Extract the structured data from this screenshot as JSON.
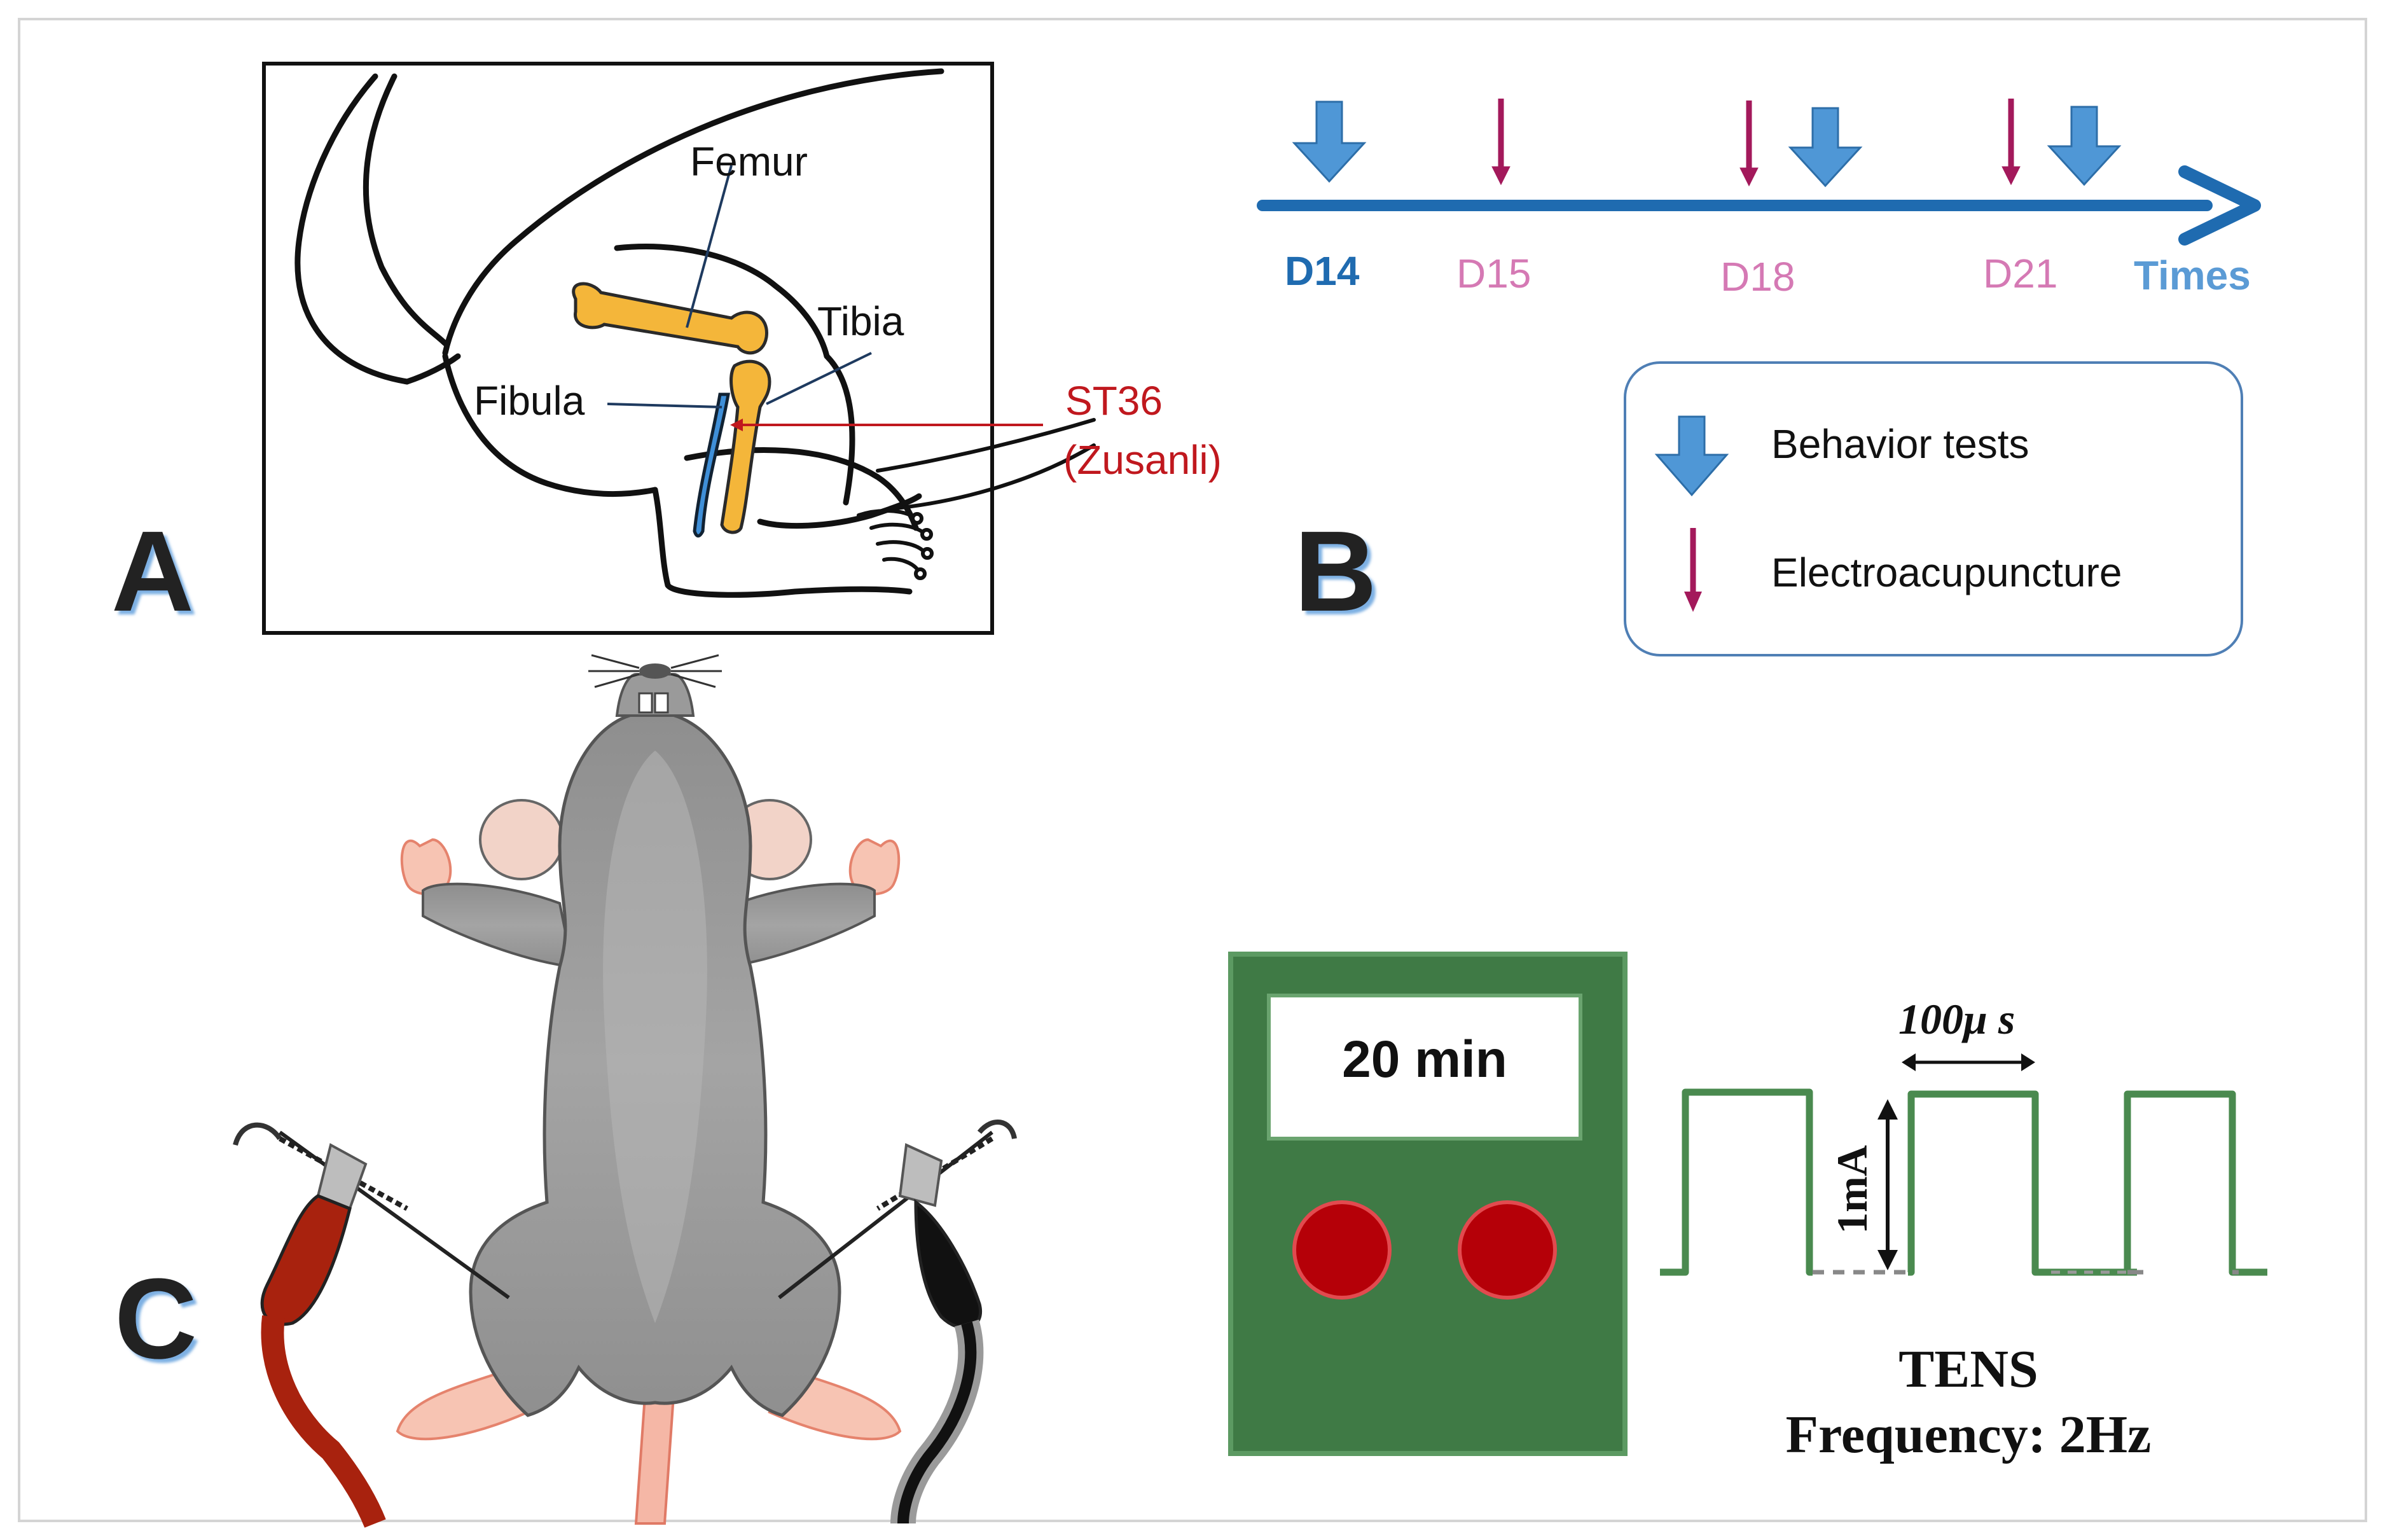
{
  "panel_a": {
    "letter": "A",
    "labels": {
      "femur": "Femur",
      "tibia": "Tibia",
      "fibula": "Fibula",
      "st36": "ST36",
      "zusanli": "(Zusanli)"
    }
  },
  "panel_b": {
    "letter": "B",
    "timeline": {
      "days": [
        "D14",
        "D15",
        "D18",
        "D21"
      ],
      "axis_label": "Times"
    },
    "legend": {
      "behavior": "Behavior tests",
      "electro": "Electroacupuncture"
    }
  },
  "panel_c": {
    "letter": "C",
    "device": {
      "display": "20 min"
    },
    "waveform": {
      "pulse_width": "100μ s",
      "amplitude": "1mA",
      "title": "TENS",
      "frequency": "Frequency: 2Hz"
    }
  },
  "colors": {
    "arrow_blue": "#4f97d6",
    "needle_magenta": "#a3195b",
    "day_pink": "#d579b4",
    "day_blue": "#1f6bb0",
    "bone_orange": "#f4b63a",
    "fibula_blue": "#3f8fd8",
    "st36_red": "#c0181e",
    "device_green": "#3f7a45",
    "wave_green": "#4a8a4f",
    "button_red": "#b50008"
  }
}
